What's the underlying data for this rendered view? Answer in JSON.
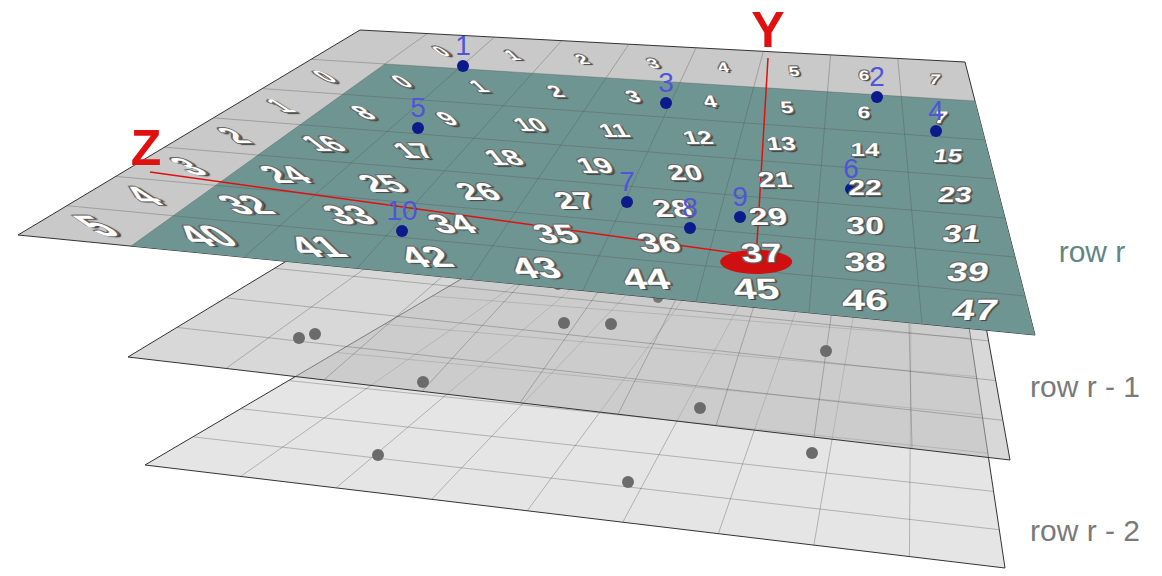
{
  "diagram": {
    "labels": [
      "0",
      "1",
      "2",
      "3",
      "4",
      "5",
      "6",
      "7",
      "0",
      "1",
      "2",
      "3",
      "4",
      "5",
      "0",
      "1",
      "2",
      "3",
      "4",
      "5",
      "6",
      "7",
      "8",
      "9",
      "10",
      "11",
      "12",
      "13",
      "14",
      "15",
      "16",
      "17",
      "18",
      "19",
      "20",
      "21",
      "22",
      "23",
      "24",
      "25",
      "26",
      "27",
      "28",
      "29",
      "30",
      "31",
      "32",
      "33",
      "34",
      "35",
      "36",
      "37",
      "38",
      "39",
      "40",
      "41",
      "42",
      "43",
      "44",
      "45",
      "46",
      "47",
      "1",
      "2",
      "3",
      "4",
      "5",
      "6",
      "7",
      "8",
      "9",
      "10",
      "Y",
      "Z",
      "row r",
      "row r - 1",
      "row r - 2"
    ]
  }
}
